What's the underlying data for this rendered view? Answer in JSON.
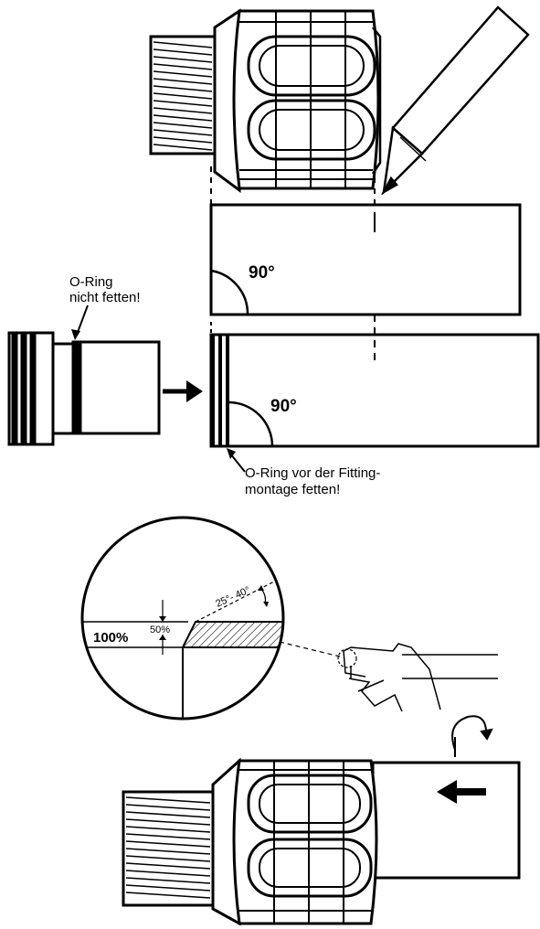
{
  "colors": {
    "ink": "#000000",
    "paper": "#ffffff"
  },
  "step2": {
    "angle_label": "90°"
  },
  "step3": {
    "oring_note_line1": "O-Ring",
    "oring_note_line2": "nicht fetten!",
    "angle_label": "90°",
    "grease_note_line1": "O-Ring vor der Fitting-",
    "grease_note_line2": "montage fetten!"
  },
  "step4": {
    "chamfer_angle": "25°- 40°",
    "depth_percent": "50%",
    "wall_percent": "100%"
  },
  "step5": {
    "push_arrow": "arrow-left-icon",
    "rotate_arrow": "rotate-icon"
  }
}
